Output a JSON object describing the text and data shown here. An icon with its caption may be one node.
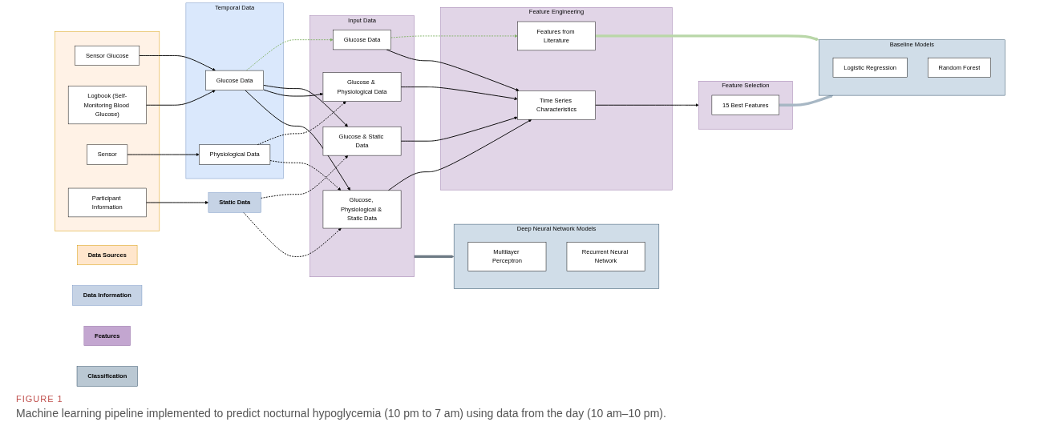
{
  "diagram": {
    "caption": "Machine learning pipeline implemented to predict nocturnal hypoglycemia (10 pm to 7 am) using data from the day (10 am–10 pm).",
    "nodes": [
      {
        "text": [
          "Data Sources"
        ]
      },
      {
        "text": [
          "Data Information"
        ]
      },
      {
        "text": [
          "Features"
        ]
      },
      {
        "text": [
          "Classification"
        ]
      },
      {
        "text": [],
        "shape": "box"
      },
      {
        "text": [
          "Sensor Glucose"
        ],
        "in": 4
      },
      {
        "text": [
          "Logbook (Self-Monitoring Blood Glucose)"
        ],
        "in": 4
      },
      {
        "text": [
          "Sensor"
        ],
        "in": 4
      },
      {
        "text": [
          "Participant Information"
        ],
        "in": 4
      },
      {
        "text": [
          "Temporal Data"
        ]
      },
      {
        "text": [
          "Glucose Data"
        ],
        "in": 9
      },
      {
        "text": [
          "Physiological Data"
        ],
        "in": 9
      },
      {
        "text": [
          "Static Data"
        ]
      },
      {
        "text": [
          "Input Data"
        ]
      },
      {
        "text": [
          "Glucose Data"
        ],
        "in": 13
      },
      {
        "text": [
          "Glucose & Static Data"
        ],
        "in": 13
      },
      {
        "text": [
          "Glucose & Physiological Data"
        ],
        "in": 13
      },
      {
        "text": [
          "Glucose, Physiological & Static Data"
        ],
        "in": 13
      },
      {
        "text": [
          "Feature Engineering"
        ]
      },
      {
        "text": [
          "Features from Literature"
        ],
        "in": 18
      },
      {
        "text": [
          "Time Series Characteristics"
        ],
        "in": 18
      },
      {
        "text": [
          "Feature Selection"
        ]
      },
      {
        "text": [
          "15 Best Features"
        ],
        "in": 21
      },
      {
        "text": [
          "Baseline Models"
        ]
      },
      {
        "text": [
          "Logistic Regression"
        ],
        "in": 23
      },
      {
        "text": [
          "Random Forest"
        ],
        "in": 23
      },
      {
        "text": [
          "Deep Neural Network Models"
        ]
      },
      {
        "text": [
          "Multilayer Perceptron"
        ],
        "in": 26
      },
      {
        "text": [
          "Recurrent Neural Network"
        ],
        "in": 26
      }
    ],
    "edges": [
      {
        "from": 5,
        "to": 10,
        "arrow": "to"
      },
      {
        "from": 6,
        "to": 10,
        "arrow": "to"
      },
      {
        "from": 7,
        "to": 11,
        "arrow": "to"
      },
      {
        "from": 8,
        "to": 12,
        "arrow": "to"
      },
      {
        "from": 10,
        "to": 14,
        "arrow": "to",
        "style": "dashed",
        "color": "#82b366"
      },
      {
        "from": 10,
        "to": 15,
        "arrow": "to"
      },
      {
        "from": 10,
        "to": 16,
        "arrow": "to"
      },
      {
        "from": 10,
        "to": 17,
        "arrow": "to"
      },
      {
        "from": 11,
        "to": 16,
        "arrow": "to",
        "style": "dashed"
      },
      {
        "from": 11,
        "to": 17,
        "arrow": "to",
        "style": "dashed"
      },
      {
        "from": 12,
        "to": 15,
        "arrow": "to",
        "style": "dashed"
      },
      {
        "from": 12,
        "to": 17,
        "arrow": "to",
        "style": "dashed"
      },
      {
        "from": 14,
        "to": 19,
        "arrow": "to",
        "style": "dashed",
        "color": "#82b366"
      },
      {
        "from": 14,
        "to": 20,
        "arrow": "to"
      },
      {
        "from": 15,
        "to": 20,
        "arrow": "to"
      },
      {
        "from": 16,
        "to": 20,
        "arrow": "to"
      },
      {
        "from": 17,
        "to": 20,
        "arrow": "to"
      },
      {
        "from": 20,
        "to": 21,
        "arrow": "to"
      },
      {
        "from": 19,
        "to": 23,
        "arrow": "to",
        "style": "thick",
        "color": "#b9d7a8"
      },
      {
        "from": 22,
        "to": 23,
        "arrow": "to",
        "style": "thick",
        "color": "#a7b7c4"
      },
      {
        "from": 13,
        "to": 26,
        "arrow": "to",
        "style": "thick",
        "color": "#6d7a84"
      }
    ],
    "labels": [
      "FIGURE 1"
    ]
  }
}
